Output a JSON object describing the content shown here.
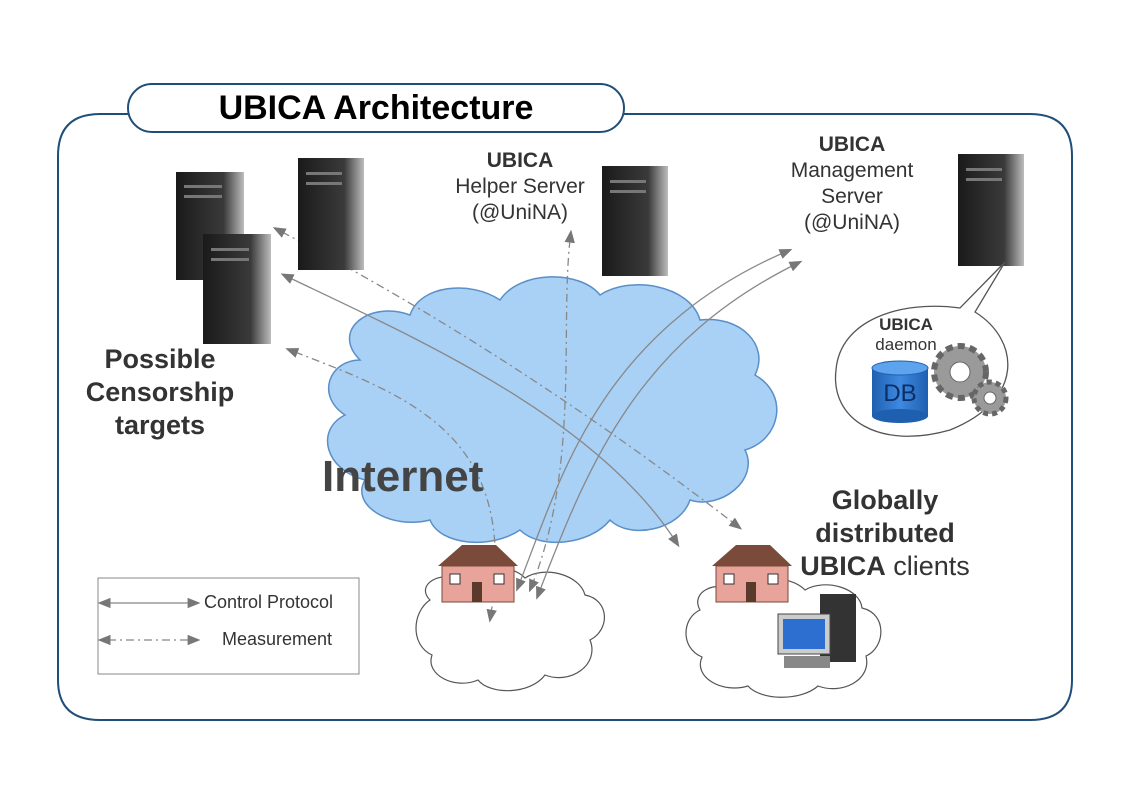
{
  "title": "UBICA Architecture",
  "helper": {
    "name": "UBICA",
    "line1": "Helper Server",
    "line2": "(@UniNA)"
  },
  "management": {
    "name": "UBICA",
    "line1": "Management",
    "line2": "Server",
    "line3": "(@UniNA)"
  },
  "daemon": {
    "name": "UBICA",
    "label": "daemon",
    "db": "DB"
  },
  "targets": {
    "line1": "Possible",
    "line2": "Censorship",
    "line3": "targets"
  },
  "internet": "Internet",
  "clients": {
    "line1": "Globally",
    "line2": "distributed",
    "line3_bold": "UBICA",
    "line3_rest": " clients"
  },
  "legend": {
    "control": "Control Protocol",
    "measurement": "Measurement"
  },
  "colors": {
    "border": "#1f4e79",
    "cloud": "#a9d0f5",
    "cloud_stroke": "#5a8fc7"
  }
}
